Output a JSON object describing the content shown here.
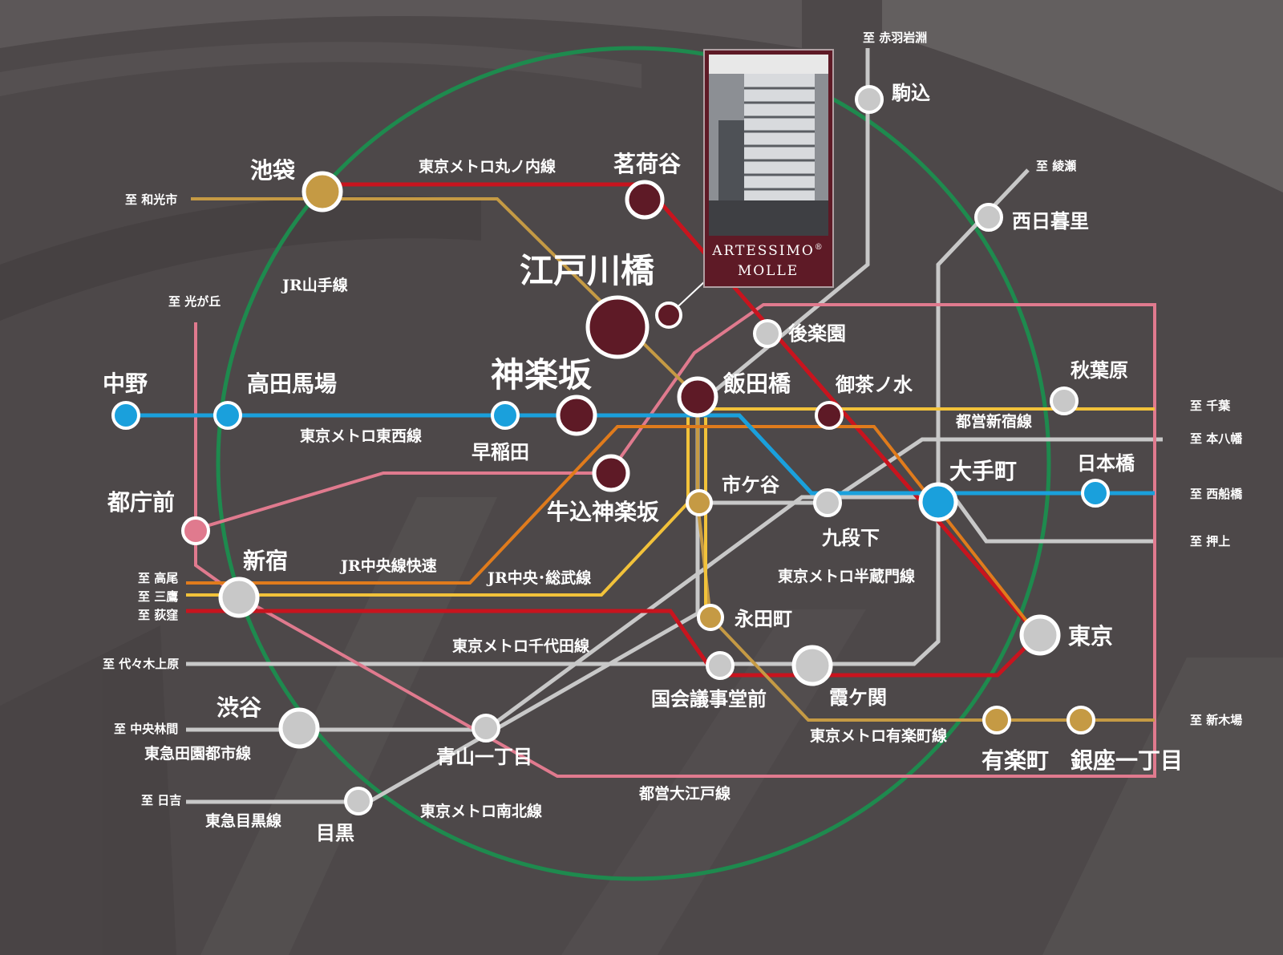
{
  "stations": {
    "ikebukuro": "池袋",
    "myogadani": "茗荷谷",
    "edogawabashi": "江戸川橋",
    "komagome": "駒込",
    "nishinippori": "西日暮里",
    "korakuen": "後楽園",
    "nakano": "中野",
    "takadanobaba": "高田馬場",
    "kagurazaka": "神楽坂",
    "waseda": "早稲田",
    "iidabashi": "飯田橋",
    "ochanomizu": "御茶ノ水",
    "akihabara": "秋葉原",
    "tochomae": "都庁前",
    "ushigomekagurazaka": "牛込神楽坂",
    "ichigaya": "市ケ谷",
    "kudanshita": "九段下",
    "otemachi": "大手町",
    "nihombashi": "日本橋",
    "shinjuku": "新宿",
    "nagatacho": "永田町",
    "tokyo": "東京",
    "kokkaigijidomae": "国会議事堂前",
    "kasumigaseki": "霞ケ関",
    "shibuya": "渋谷",
    "aoyamaitchome": "青山一丁目",
    "yurakucho": "有楽町",
    "ginzaitchome": "銀座一丁目",
    "meguro": "目黒"
  },
  "lines": {
    "marunouchi": "東京メトロ丸ノ内線",
    "yamanote": "JR山手線",
    "tozai": "東京メトロ東西線",
    "shinjuku_line": "都営新宿線",
    "chuo_rapid": "JR中央線快速",
    "chuo_sobu": "JR中央･総武線",
    "hanzomon": "東京メトロ半蔵門線",
    "chiyoda": "東京メトロ千代田線",
    "toyoko_den": "東急田園都市線",
    "yurakucho_line": "東京メトロ有楽町線",
    "oedo": "都営大江戸線",
    "meguro_line": "東急目黒線",
    "namboku": "東京メトロ南北線"
  },
  "destinations": {
    "akabaneiwabuchi": "至 赤羽岩淵",
    "ayase": "至 綾瀬",
    "wakoshi": "至 和光市",
    "hikarigaoka": "至 光が丘",
    "chiba": "至 千葉",
    "motoyawata": "至 本八幡",
    "nishifunabashi": "至 西船橋",
    "oshiage": "至 押上",
    "takao": "至 高尾",
    "mitaka": "至 三鷹",
    "ogikubo": "至 荻窪",
    "yoyogiuehara": "至 代々木上原",
    "chuorinkan": "至 中央林間",
    "shinkiba": "至 新木場",
    "hiyoshi": "至 日吉"
  },
  "property": {
    "brand": "ARTESSIMO",
    "registered_mark": "®",
    "name": "MOLLE"
  },
  "colors": {
    "yamanote": "#1e8a4e",
    "marunouchi": "#c8141e",
    "tozai": "#1aa0dc",
    "oedo": "#e07a8e",
    "shinjuku_line": "#f2c23a",
    "chuo_rapid": "#e07b1c",
    "chuo_sobu": "#f6c92c",
    "yurakucho": "#c59a44",
    "gray_lines": "#c8c8c8",
    "property": "#5e1a26"
  }
}
